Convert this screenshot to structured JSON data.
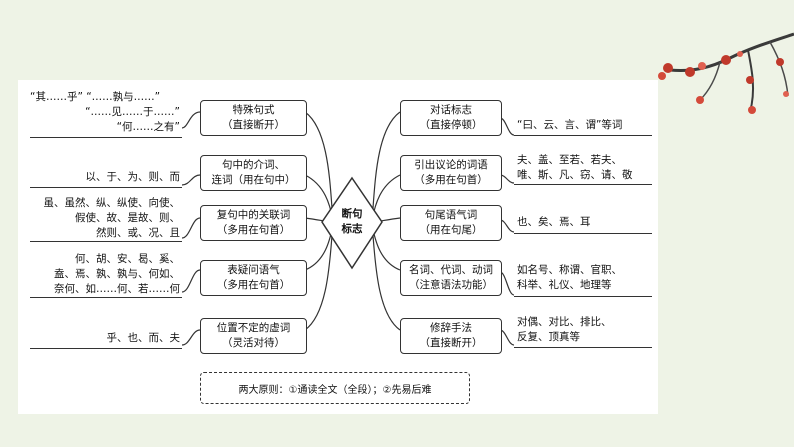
{
  "center": {
    "line1": "断句",
    "line2": "标志"
  },
  "left": [
    {
      "title": "特殊句式",
      "sub": "（直接断开）",
      "examples": [
        "“其……乎”  “……孰与……”",
        "“……见……于……”",
        "“何……之有”"
      ]
    },
    {
      "title": "句中的介词、",
      "sub": "连词（用在句中）",
      "examples": [
        "以、于、为、则、而"
      ]
    },
    {
      "title": "复句中的关联词",
      "sub": "（多用在句首）",
      "examples": [
        "虽、虽然、纵、纵使、向使、",
        "假使、故、是故、则、",
        "然则、或、况、且"
      ]
    },
    {
      "title": "表疑问语气",
      "sub": "（多用在句首）",
      "examples": [
        "何、胡、安、曷、奚、",
        "盍、焉、孰、孰与、何如、",
        "奈何、如……何、若……何"
      ]
    },
    {
      "title": "位置不定的虚词",
      "sub": "（灵活对待）",
      "examples": [
        "乎、也、而、夫"
      ]
    }
  ],
  "right": [
    {
      "title": "对话标志",
      "sub": "（直接停顿）",
      "examples": [
        "“曰、云、言、谓”等词"
      ]
    },
    {
      "title": "引出议论的词语",
      "sub": "（多用在句首）",
      "examples": [
        "夫、盖、至若、若夫、",
        "唯、斯、凡、窃、请、敬"
      ]
    },
    {
      "title": "句尾语气词",
      "sub": "（用在句尾）",
      "examples": [
        "也、矣、焉、耳"
      ]
    },
    {
      "title": "名词、代词、动词",
      "sub": "（注意语法功能）",
      "examples": [
        "如名号、称谓、官职、",
        "科举、礼仪、地理等"
      ]
    },
    {
      "title": "修辞手法",
      "sub": "（直接断开）",
      "examples": [
        "对偶、对比、排比、",
        "反复、顶真等"
      ]
    }
  ],
  "principle": "两大原则：①通读全文（全段）；②先易后难"
}
